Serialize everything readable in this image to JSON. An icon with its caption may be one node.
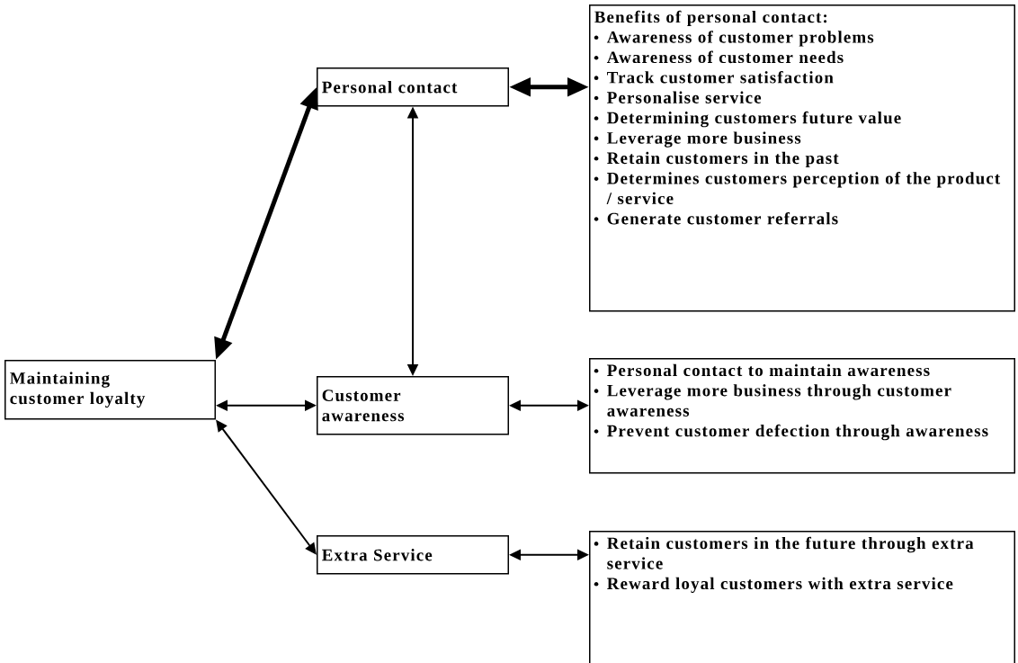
{
  "diagram": {
    "nodes": [
      {
        "text": [
          "Personal contact"
        ]
      },
      {
        "text": [
          "Benefits of personal contact:",
          "Awareness of customer problems",
          "Awareness of customer needs",
          "Track customer satisfaction",
          "Personalise service",
          "Determining customers future value",
          "Leverage more business",
          "Retain customers in the past",
          "Determines customers perception of the product / service",
          "Generate customer referrals"
        ]
      },
      {
        "text": [
          "Maintaining customer loyalty"
        ]
      },
      {
        "text": [
          "Customer awareness"
        ]
      },
      {
        "text": [
          "Personal contact to maintain awareness",
          "Leverage more business through customer awareness",
          "Prevent customer defection through awareness"
        ]
      },
      {
        "text": [
          "Extra Service"
        ]
      },
      {
        "text": [
          "Retain customers in the future through extra service",
          "Reward loyal customers with extra service"
        ]
      }
    ],
    "edges": [
      {
        "from": 2,
        "to": 0,
        "arrow": "both",
        "style": "thick"
      },
      {
        "from": 0,
        "to": 1,
        "arrow": "both",
        "style": "thick"
      },
      {
        "from": 0,
        "to": 3,
        "arrow": "both"
      },
      {
        "from": 2,
        "to": 3,
        "arrow": "both"
      },
      {
        "from": 3,
        "to": 4,
        "arrow": "both"
      },
      {
        "from": 2,
        "to": 5,
        "arrow": "both"
      },
      {
        "from": 5,
        "to": 6,
        "arrow": "both"
      }
    ]
  }
}
